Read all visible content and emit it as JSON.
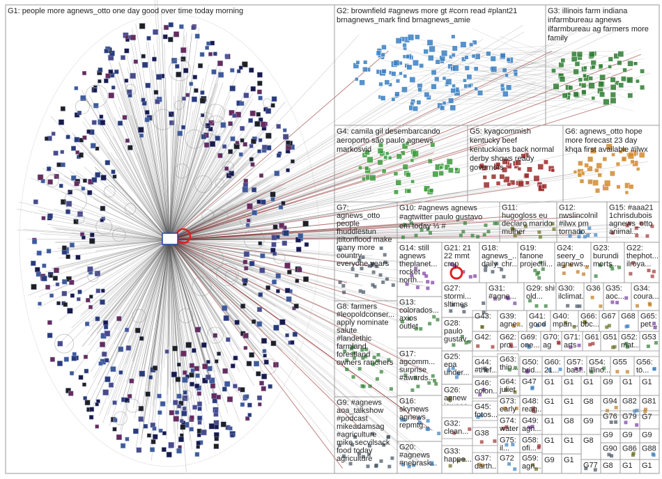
{
  "groups": [
    {
      "id": "G1",
      "lines": [
        "G1: people more agnews_otto one day good over time today morning"
      ]
    },
    {
      "id": "G2",
      "lines": [
        "G2: brownfield #agnews more gt #corn read #plant21",
        "brnagnews_mark find brnagnews_amie"
      ]
    },
    {
      "id": "G3",
      "lines": [
        "G3: illinois farm indiana",
        "infarmbureau agnews",
        "ilfarmbureau ag farmers more",
        "family"
      ]
    },
    {
      "id": "G4",
      "lines": [
        "G4: camila gil desembarcando",
        "aeroporto são paulo agnews",
        "markosvid"
      ]
    },
    {
      "id": "G5",
      "lines": [
        "G5: kyagcommish",
        "kentucky beef",
        "kentuckians back normal",
        "derby shows ready",
        "governors"
      ]
    },
    {
      "id": "G6",
      "lines": [
        "G6: agnews_otto hope",
        "more forecast 23 day",
        "khqa first available #ilwx"
      ]
    },
    {
      "id": "G7",
      "lines": [
        "G7:",
        "agnews_otto",
        "people",
        "fhuddlestun",
        "jtiltonflood make",
        "many more",
        "country",
        "everyone years"
      ]
    },
    {
      "id": "G10",
      "lines": [
        "G10: #agnews agnews",
        "#agtwitter paulo gustavo",
        "em today ⅓ #"
      ]
    },
    {
      "id": "G11",
      "lines": [
        "G11:",
        "hugogloss eu",
        "declaro marido",
        "mulher"
      ]
    },
    {
      "id": "G12",
      "lines": [
        "G12:",
        "nwslincolnil",
        "#ilwx pm",
        "tornado..."
      ]
    },
    {
      "id": "G15",
      "lines": [
        "G15: #aaa21",
        "1chrisdubois",
        "agnews_otto",
        "animal..."
      ]
    },
    {
      "id": "G14",
      "lines": [
        "G14: still",
        "agnews",
        "theplanet...",
        "rocket",
        "north..."
      ]
    },
    {
      "id": "G21",
      "lines": [
        "G21: 21",
        "22 mmt",
        "crop"
      ]
    },
    {
      "id": "G18",
      "lines": [
        "G18:",
        "agnews_...",
        "daily_chr..."
      ]
    },
    {
      "id": "G19",
      "lines": [
        "G19:",
        "fanone",
        "projectli..."
      ]
    },
    {
      "id": "G24",
      "lines": [
        "G24:",
        "seery_o",
        "agnews..."
      ]
    },
    {
      "id": "G23",
      "lines": [
        "G23:",
        "burundi",
        "morts..."
      ]
    },
    {
      "id": "G22",
      "lines": [
        "G22:",
        "thephot...",
        "ilroya..."
      ]
    },
    {
      "id": "G8",
      "lines": [
        "G8: farmers",
        "#leopoldconser...",
        "apply nominate",
        "salute",
        "#landethic",
        "farmland",
        "forestland",
        "owners ranchers"
      ]
    },
    {
      "id": "G27",
      "lines": [
        "G27:",
        "stormi...",
        "sltimes"
      ]
    },
    {
      "id": "G31",
      "lines": [
        "G31:",
        "#agne..."
      ]
    },
    {
      "id": "G29",
      "lines": [
        "G29: shit",
        "old..."
      ]
    },
    {
      "id": "G30",
      "lines": [
        "G30:",
        "ilclimat..."
      ]
    },
    {
      "id": "G36",
      "lines": [
        "G36"
      ]
    },
    {
      "id": "G35",
      "lines": [
        "G35:",
        "aoc..."
      ]
    },
    {
      "id": "G34",
      "lines": [
        "G34:",
        "coura..."
      ]
    },
    {
      "id": "G13",
      "lines": [
        "G13:",
        "colorados...",
        "axios",
        "outlet"
      ]
    },
    {
      "id": "G43",
      "lines": [
        "G43:"
      ]
    },
    {
      "id": "G39",
      "lines": [
        "G39:",
        "agne..."
      ]
    },
    {
      "id": "G41",
      "lines": [
        "G41:",
        "good"
      ]
    },
    {
      "id": "G40",
      "lines": [
        "G40:",
        "mpan..."
      ]
    },
    {
      "id": "G66",
      "lines": [
        "G66:",
        "bbc..."
      ]
    },
    {
      "id": "G67",
      "lines": [
        "G67"
      ]
    },
    {
      "id": "G68",
      "lines": [
        "G68"
      ]
    },
    {
      "id": "G65",
      "lines": [
        "G65:",
        "pet..."
      ]
    },
    {
      "id": "G28",
      "lines": [
        "G28:",
        "paulo",
        "gustav..."
      ]
    },
    {
      "id": "G42",
      "lines": [
        "G42:"
      ]
    },
    {
      "id": "G62",
      "lines": [
        "G62:",
        "pro..."
      ]
    },
    {
      "id": "G69",
      "lines": [
        "G69:",
        "one..."
      ]
    },
    {
      "id": "G70",
      "lines": [
        "G70:",
        "ag"
      ]
    },
    {
      "id": "G71",
      "lines": [
        "G71:",
        "arts"
      ]
    },
    {
      "id": "G61",
      "lines": [
        "G61"
      ]
    },
    {
      "id": "G51",
      "lines": [
        "G51"
      ]
    },
    {
      "id": "G52",
      "lines": [
        "G52:",
        "mat..."
      ]
    },
    {
      "id": "G53",
      "lines": [
        "G53"
      ]
    },
    {
      "id": "G17",
      "lines": [
        "G17:",
        "agcomm...",
        "surprise",
        "#awards..."
      ]
    },
    {
      "id": "G25",
      "lines": [
        "G25:",
        "epa",
        "under..."
      ]
    },
    {
      "id": "G44",
      "lines": [
        "G44:",
        "#thef..."
      ]
    },
    {
      "id": "G63",
      "lines": [
        "G63:",
        "thin..."
      ]
    },
    {
      "id": "G50",
      "lines": [
        "G50:",
        "brid..."
      ]
    },
    {
      "id": "G60",
      "lines": [
        "G60:",
        "21..."
      ]
    },
    {
      "id": "G57",
      "lines": [
        "G57:",
        "basf..."
      ]
    },
    {
      "id": "G54",
      "lines": [
        "G54:",
        "illino..."
      ]
    },
    {
      "id": "G55",
      "lines": [
        "G55"
      ]
    },
    {
      "id": "G56",
      "lines": [
        "G56:",
        "tö..."
      ]
    },
    {
      "id": "G26",
      "lines": [
        "G26:",
        "agnew",
        "iowaso..."
      ]
    },
    {
      "id": "G46",
      "lines": [
        "G46:",
        "colon..."
      ]
    },
    {
      "id": "G64",
      "lines": [
        "G64:",
        "juliet"
      ]
    },
    {
      "id": "G47",
      "lines": [
        "G47"
      ]
    },
    {
      "id": "G9",
      "lines": [
        "G9: #agnews",
        "aoa_talkshow",
        "#podcast",
        "mikeadamsag",
        "#agriculture",
        "mike secvilsack",
        "food today",
        "agriculture"
      ]
    },
    {
      "id": "G16",
      "lines": [
        "G16:",
        "skynews",
        "agnews",
        "repmtg..."
      ]
    },
    {
      "id": "G45",
      "lines": [
        "G45:",
        "fotos..."
      ]
    },
    {
      "id": "G73",
      "lines": [
        "G73:",
        "early"
      ]
    },
    {
      "id": "G48",
      "lines": [
        "G48:",
        "reag..."
      ]
    },
    {
      "id": "G32",
      "lines": [
        "G32:",
        "clean..."
      ]
    },
    {
      "id": "G74",
      "lines": [
        "G74:",
        "water"
      ]
    },
    {
      "id": "G49",
      "lines": [
        "G49:",
        "agn..."
      ]
    },
    {
      "id": "G94",
      "lines": [
        "G94"
      ]
    },
    {
      "id": "G82",
      "lines": [
        "G82"
      ]
    },
    {
      "id": "G81",
      "lines": [
        "G81"
      ]
    },
    {
      "id": "G76",
      "lines": [
        "G76"
      ]
    },
    {
      "id": "G79",
      "lines": [
        "G79"
      ]
    },
    {
      "id": "G20",
      "lines": [
        "G20:",
        "#agnews",
        "#nebrask..."
      ]
    },
    {
      "id": "G33",
      "lines": [
        "G33:",
        "happe..."
      ]
    },
    {
      "id": "G38",
      "lines": [
        "G38"
      ]
    },
    {
      "id": "G75",
      "lines": [
        "G75:",
        "il..."
      ]
    },
    {
      "id": "G58",
      "lines": [
        "G58:",
        "ofi..."
      ]
    },
    {
      "id": "G37",
      "lines": [
        "G37:",
        "darth..."
      ]
    },
    {
      "id": "G72",
      "lines": [
        "G72"
      ]
    },
    {
      "id": "G59",
      "lines": [
        "G59:",
        "agn..."
      ]
    },
    {
      "id": "G77",
      "lines": [
        "G77"
      ]
    },
    {
      "id": "G90",
      "lines": [
        "G90"
      ]
    },
    {
      "id": "G86",
      "lines": [
        "G86"
      ]
    },
    {
      "id": "G88",
      "lines": [
        "G88"
      ]
    }
  ],
  "colors": {
    "border": "#9a9a9a",
    "edge": "#555555",
    "edge_red": "#8b1a1a",
    "g1_node": "#1a1a4a",
    "g2_node": "#3a7fc1",
    "g3_node": "#2f7d32",
    "g4_node": "#3c9a3c",
    "g5_node": "#9c2a2a",
    "g6_node": "#d08b30",
    "hub_ring": "#e02020"
  }
}
